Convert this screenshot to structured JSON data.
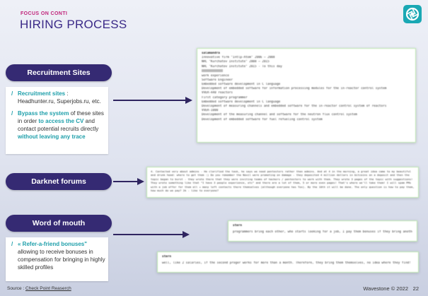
{
  "header": {
    "kicker": "FOCUS ON CONTI",
    "title": "HIRING PROCESS"
  },
  "logo": {
    "icon": "wavestone-aperture-icon",
    "color": "#1aa8b4"
  },
  "sections": {
    "recruitment": {
      "label": "Recruitment Sites",
      "bullets": [
        {
          "strong": "Recruitment sites",
          "rest": " : Headhunter.ru, Superjobs.ru, etc."
        },
        {
          "strong": "Bypass the system",
          "mid": " of these sites in order ",
          "strong2": "to access the CV",
          "mid2": " and contact potential recruits directly ",
          "strong3": "without leaving any trace"
        }
      ]
    },
    "darknet": {
      "label": "Darknet forums"
    },
    "mouth": {
      "label": "Word of mouth",
      "bullet": {
        "strong": "« Refer-a-friend bonuses\"",
        "rest": " allowing to receive bonuses in compensation for bringing in highly skilled profiles"
      }
    }
  },
  "resume": {
    "header": "salamandra",
    "lines": [
      "Innovative firm \"Intlp-Atom\" 2006 — 2008",
      "NRC \"Kurchatov Institute\" 2008 — 2015",
      "NRC \"Kurchatov Institute\" 2015 - To this day",
      "",
      "work experience",
      "Software Engineer",
      "Embedded software development in C language",
      "Development of embedded software for information processing modules for the in-reactor control system",
      "VVER-440 reactors",
      "First category programmer",
      "Embedded software development in C language",
      "Development of measuring channels and embedded software for the in-reactor control system of reactors",
      "VVER-1000",
      "Development of the measuring channel and software for the neutron flux control system",
      "Development of embedded software for fuel refueling control system"
    ]
  },
  "forum_post": {
    "text": "4. Contacted very about admins - He clarified the task, he says we need pentesters rather than admins. And at 4 in the morning, a great idea came to my beautiful and drunk head: where to get them :) Do you remember the Novil were promoting on damage - they deposited 4 million dollars in bitcoins on a deposit and then the topic began to burst - they wrote there that they were inviting teams of hackers / pentesters to work with them. They wrote 3 pages of the topic with suggestions! They wrote something like that \"I have 3 people experience, etc\" and there are a lot of them, 5 or more even pages! That's where we'll take them! I will spam PMs with a job offer for them all + many left contacts there themselves (although everyone has Tox). By the 10th it will be done. The only question is how to pay them, how much do we pay? 2k - like to everyone?"
  },
  "chat1": {
    "user": "stern",
    "text": "programmers bring each other, who starts looking for a job, I pay them bonuses if they bring another"
  },
  "chat2": {
    "user": "stern",
    "text": "well, like 2 salaries, if the second proger works for more than a month. Therefore, they bring them themselves, no idea where they find!"
  },
  "footer": {
    "source_prefix": "Source : ",
    "source_link": "Check Point Reaserch",
    "company": "Wavestone © 2022",
    "page": "22"
  }
}
